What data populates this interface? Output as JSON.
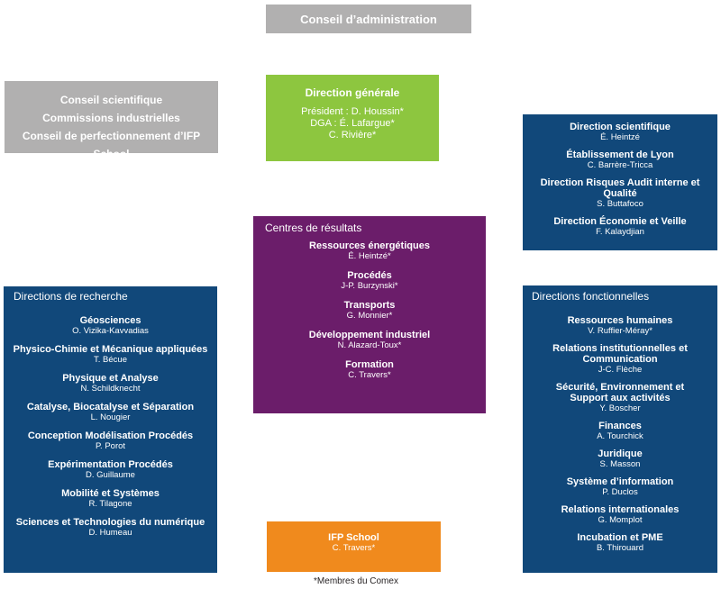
{
  "board": "Conseil d’administration",
  "councils": [
    "Conseil scientifique",
    "Commissions industrielles",
    "Conseil de perfectionnement d’IFP School"
  ],
  "direction_generale": {
    "title": "Direction générale",
    "lines": [
      "Président : D. Houssin*",
      "DGA : É. Lafargue*",
      "C. Rivière*"
    ]
  },
  "science_units": [
    {
      "title": "Direction scientifique",
      "person": "É. Heintzé"
    },
    {
      "title": "Établissement de Lyon",
      "person": "C. Barrère-Tricca"
    },
    {
      "title": "Direction Risques Audit interne et Qualité",
      "person": "S. Buttafoco"
    },
    {
      "title": "Direction Économie et Veille",
      "person": "F. Kalaydjian"
    }
  ],
  "centres": {
    "heading": "Centres de résultats",
    "units": [
      {
        "title": "Ressources énergétiques",
        "person": "É. Heintzé*"
      },
      {
        "title": "Procédés",
        "person": "J-P. Burzynski*"
      },
      {
        "title": "Transports",
        "person": "G. Monnier*"
      },
      {
        "title": "Développement industriel",
        "person": "N. Alazard-Toux*"
      },
      {
        "title": "Formation",
        "person": "C. Travers*"
      }
    ]
  },
  "recherche": {
    "heading": "Directions de recherche",
    "units": [
      {
        "title": "Géosciences",
        "person": "O. Vizika-Kavvadias"
      },
      {
        "title": "Physico-Chimie et Mécanique appliquées",
        "person": "T. Bécue"
      },
      {
        "title": "Physique et Analyse",
        "person": "N. Schildknecht"
      },
      {
        "title": "Catalyse, Biocatalyse et Séparation",
        "person": "L. Nougier"
      },
      {
        "title": "Conception Modélisation Procédés",
        "person": "P. Porot"
      },
      {
        "title": "Expérimentation Procédés",
        "person": "D. Guillaume"
      },
      {
        "title": "Mobilité et Systèmes",
        "person": "R. Tilagone"
      },
      {
        "title": "Sciences et Technologies du numérique",
        "person": "D. Humeau"
      }
    ]
  },
  "fonctionnelles": {
    "heading": "Directions fonctionnelles",
    "units": [
      {
        "title": "Ressources humaines",
        "person": "V. Ruffier-Méray*"
      },
      {
        "title": "Relations institutionnelles et Communication",
        "person": "J-C. Flèche"
      },
      {
        "title": "Sécurité, Environnement et Support aux activités",
        "person": "Y. Boscher"
      },
      {
        "title": "Finances",
        "person": "A. Tourchick"
      },
      {
        "title": "Juridique",
        "person": "S. Masson"
      },
      {
        "title": "Système d’information",
        "person": "P. Duclos"
      },
      {
        "title": "Relations internationales",
        "person": "G. Momplot"
      },
      {
        "title": "Incubation et PME",
        "person": "B. Thirouard"
      }
    ]
  },
  "school": {
    "title": "IFP School",
    "person": "C. Travers*"
  },
  "footnote": "*Membres du Comex"
}
